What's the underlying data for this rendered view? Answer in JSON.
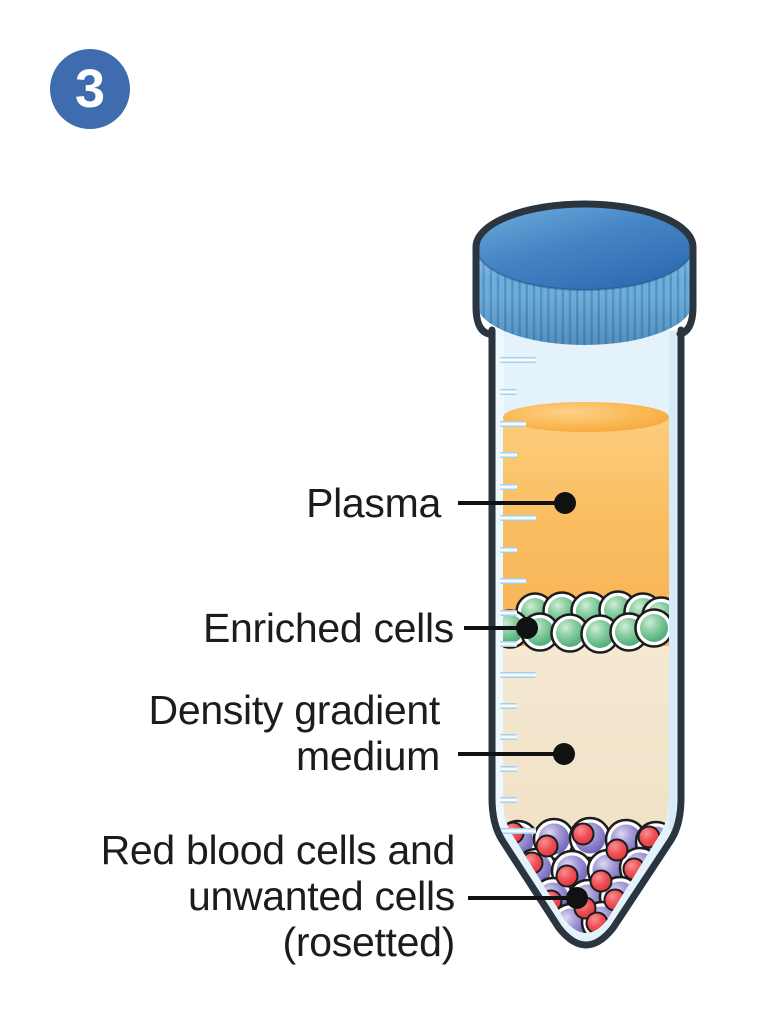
{
  "figure": {
    "step_number": "3",
    "labels": {
      "plasma": "Plasma",
      "enriched_cells": "Enriched cells",
      "density_gradient_medium": {
        "line1": "Density gradient",
        "line2": "medium"
      },
      "red_blood_cells": {
        "line1": "Red blood cells and",
        "line2": "unwanted cells",
        "line3": "(rosetted)"
      }
    },
    "colors": {
      "step_badge_blue": "#3e6cae",
      "cap_blue": "#5f9fd3",
      "cap_top_blue": "#3a7cbd",
      "tube_outline": "#2a3540",
      "glass_fill": "#e4f2fc",
      "plasma_orange": "#f9bd60",
      "enriched_cells_green": "#5bb381",
      "density_medium_beige": "#f2e3c9",
      "red_blood_red": "#d2272e",
      "unwanted_cells_purple": "#8075c2",
      "label_text": "#1c1c1c",
      "connector": "#111111"
    }
  }
}
